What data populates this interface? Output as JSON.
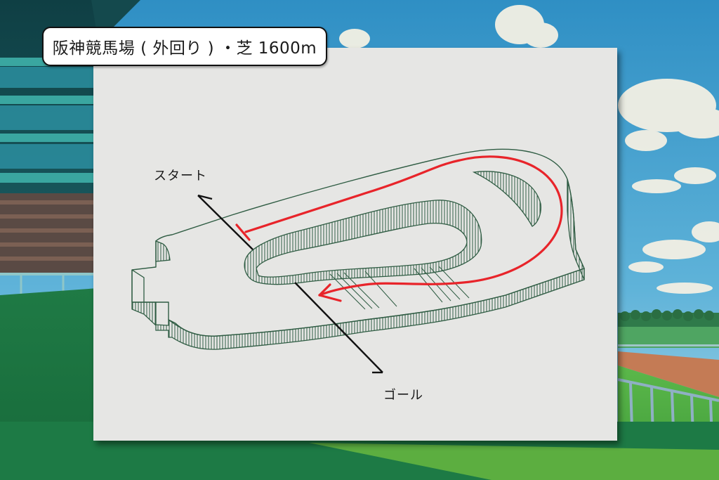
{
  "title": "阪神競馬場 ( 外回り ) ・芝 1600m",
  "course": {
    "racecourse": "阪神競馬場",
    "layout": "外回り",
    "surface": "芝",
    "distance": "1600m"
  },
  "diagram": {
    "start_label": "スタート",
    "goal_label": "ゴール",
    "route_color": "#e8242a",
    "track_line_color": "#2f5c43",
    "marker_color": "#111111",
    "paper_color": "#e6e6e4"
  },
  "background": {
    "left_scene": "grandstand-with-crowd",
    "right_scene": "sky-clouds-and-track-rail"
  }
}
